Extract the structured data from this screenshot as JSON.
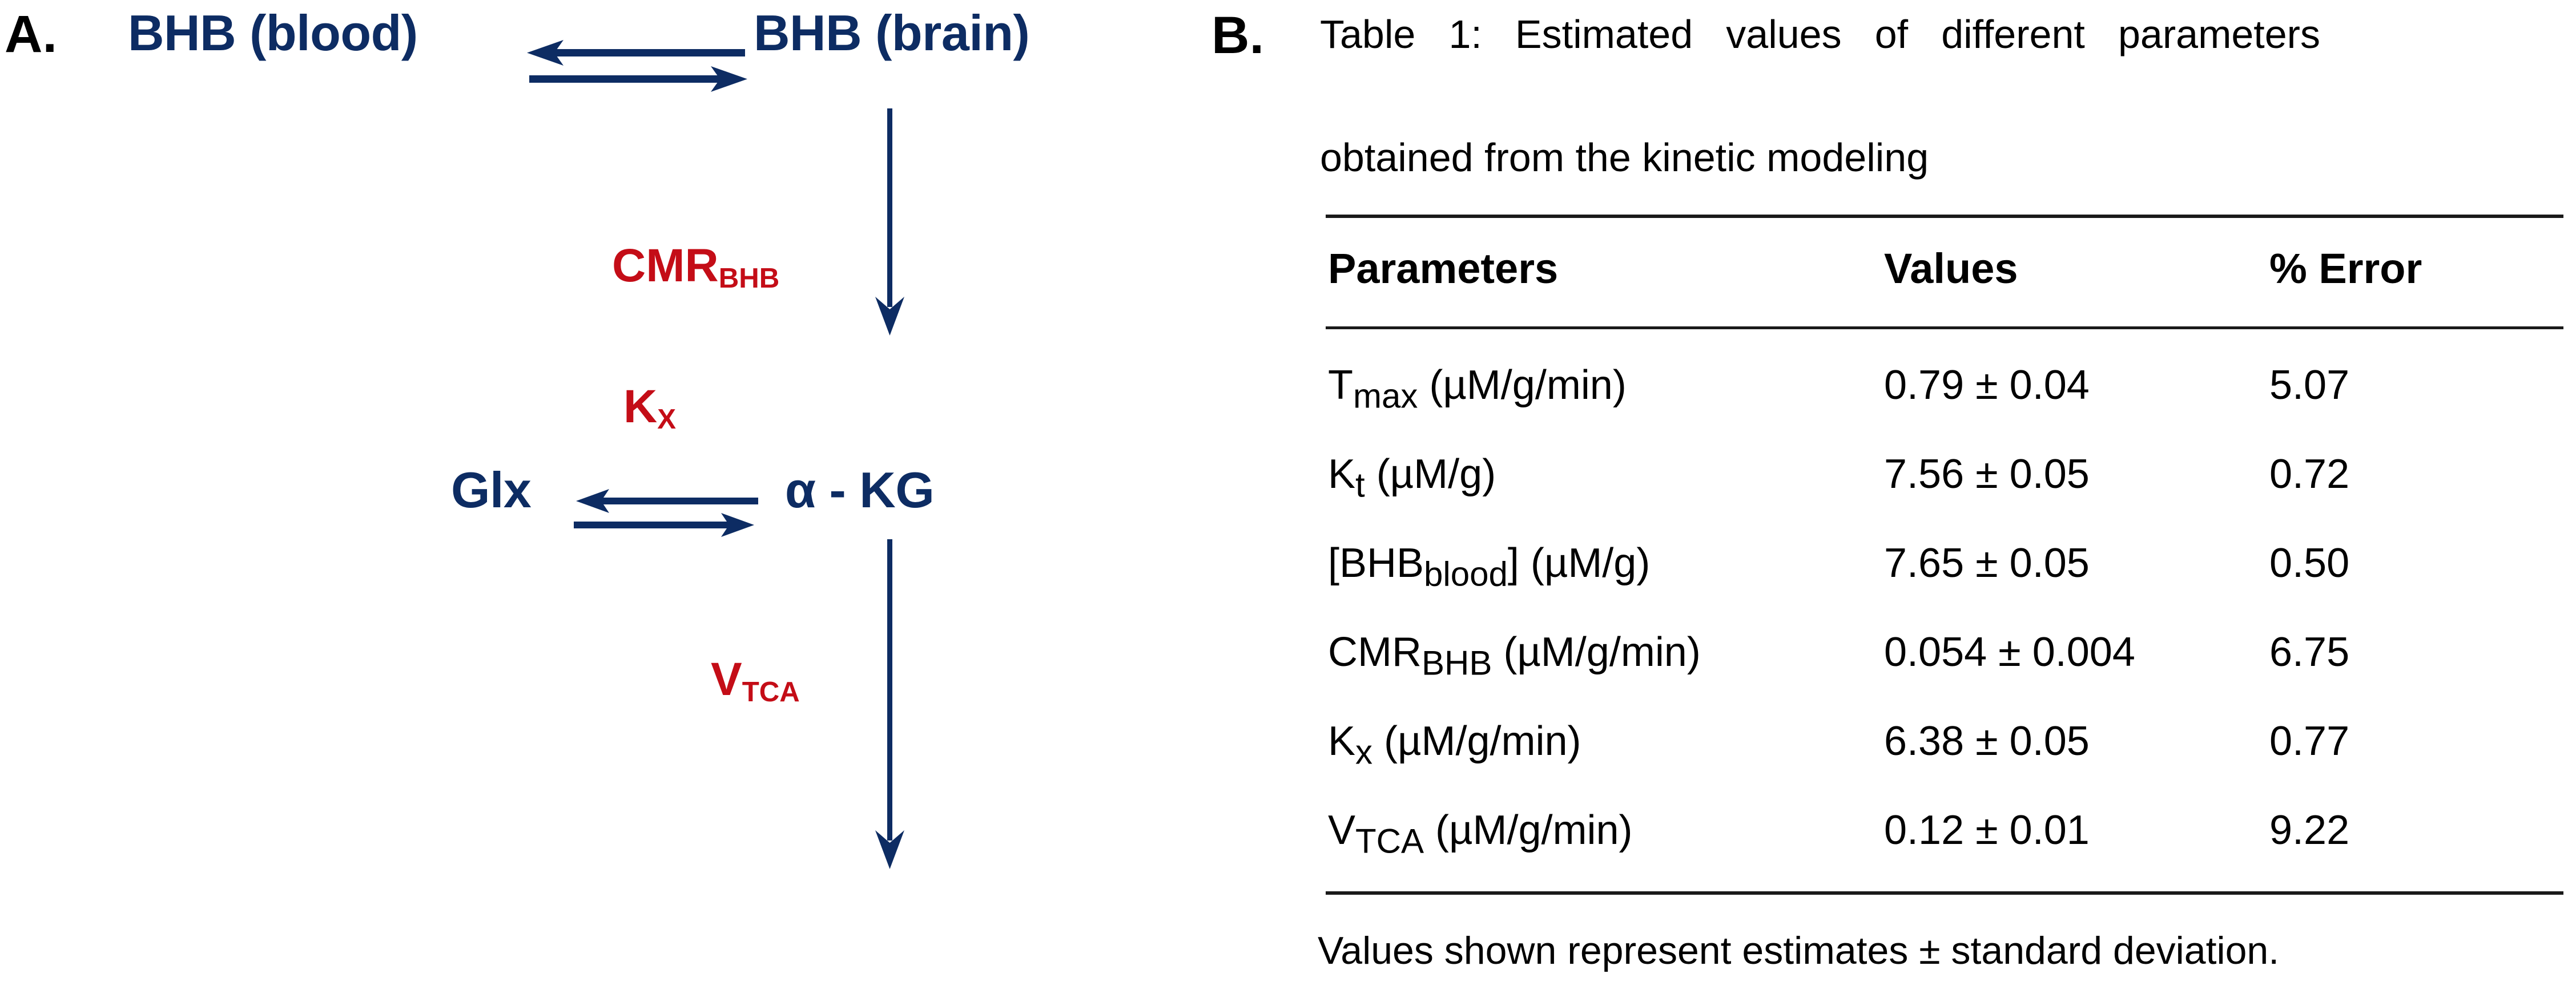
{
  "figure": {
    "panels": [
      {
        "id": "A",
        "label": "A."
      },
      {
        "id": "B",
        "label": "B."
      }
    ]
  },
  "panel_a": {
    "title": "BHB kinetic model pathway diagram",
    "colors": {
      "species": "#0d2c63",
      "rate": "#c40d17"
    },
    "nodes": {
      "bhb_blood": "BHB (blood)",
      "bhb_brain": "BHB (brain)",
      "glx": "Glx",
      "akg": "α - KG"
    },
    "rates": {
      "cmr_base": "CMR",
      "cmr_sub": "BHB",
      "kx_base": "K",
      "kx_sub": "X",
      "vtca_base": "V",
      "vtca_sub": "TCA"
    }
  },
  "panel_b": {
    "caption_line1": "Table 1: Estimated values of different parameters",
    "caption_line2": "obtained from the kinetic modeling",
    "columns": [
      "Parameters",
      "Values",
      "% Error"
    ],
    "rows": [
      {
        "param_base": "T",
        "param_sub": "max",
        "param_unit": " (µM/g/min)",
        "param_full": "Tmax (µM/g/min)",
        "value": "0.79 ± 0.04",
        "error": "5.07"
      },
      {
        "param_base": "K",
        "param_sub": "t",
        "param_unit": " (µM/g)",
        "param_full": "Kt (µM/g)",
        "value": "7.56 ± 0.05",
        "error": "0.72"
      },
      {
        "param_base": "[BHB",
        "param_sub": "blood",
        "param_unit": "] (µM/g)",
        "param_full": "[BHBblood] (µM/g)",
        "value": "7.65 ± 0.05",
        "error": "0.50"
      },
      {
        "param_base": "CMR",
        "param_sub": "BHB",
        "param_unit": " (µM/g/min)",
        "param_full": "CMRBHB (µM/g/min)",
        "value": "0.054 ± 0.004",
        "error": "6.75"
      },
      {
        "param_base": "K",
        "param_sub": "x",
        "param_unit": " (µM/g/min)",
        "param_full": "Kx (µM/g/min)",
        "value": "6.38 ± 0.05",
        "error": "0.77"
      },
      {
        "param_base": "V",
        "param_sub": "TCA",
        "param_unit": " (µM/g/min)",
        "param_full": "VTCA (µM/g/min)",
        "value": "0.12 ± 0.01",
        "error": "9.22"
      }
    ],
    "footnote": "Values shown represent estimates ± standard deviation."
  }
}
